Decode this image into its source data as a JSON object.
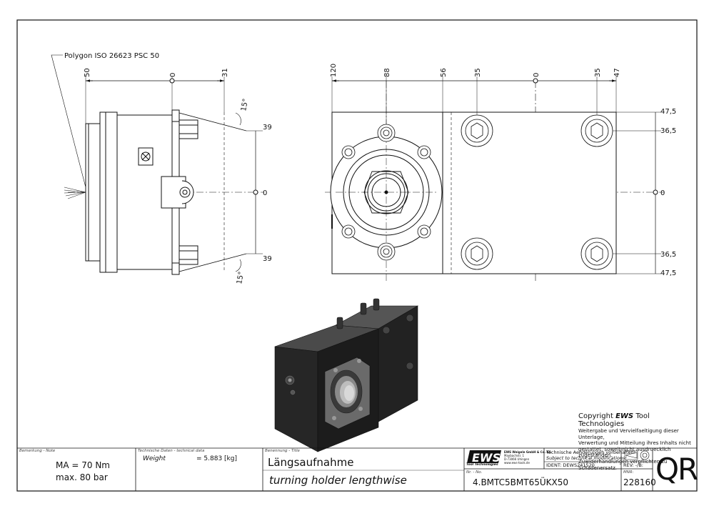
{
  "annotation_top": "Polygon ISO 26623 PSC 50",
  "left_view": {
    "top_dims": [
      "50",
      "0",
      "31"
    ],
    "angle_top": "15°",
    "angle_bottom": "15°",
    "right_dims": [
      "39",
      "0",
      "39"
    ]
  },
  "right_view": {
    "top_dims": [
      "120",
      "88",
      "56",
      "35",
      "0",
      "35",
      "47"
    ],
    "right_dims": [
      "47,5",
      "36,5",
      "0",
      "36,5",
      "47,5"
    ]
  },
  "copyright": {
    "prefix": "Copyright",
    "brand": "EWS",
    "brand_rest": "Tool Technologies",
    "lines": [
      "Weitergabe und Vervielfaeltigung dieser Unterlage,",
      "Verwertung und Mitteilung ihres Inhalts nicht",
      "gestattet, soweit nicht ausdruecklich zugestanden.",
      "Zuwiderhandlungen verpflichten zu Schadenersatz."
    ]
  },
  "title_block": {
    "note_caption": "Bemerkung - Note",
    "note_lines": [
      "MA = 70 Nm",
      "max. 80 bar"
    ],
    "tech_caption": "Technische Daten - technical data",
    "weight_label": "Weight",
    "weight_value": "= 5.883 [kg]",
    "title_caption": "Benennung - Title",
    "title_de": "Längsaufnahme",
    "title_en": "turning holder lengthwise",
    "logo_text": "EWS",
    "logo_sub": "Tool Technologies",
    "company_lines": [
      "EWS Weigele GmbH & Co. KG",
      "Maybachstr. 1",
      "D-73066 Uhingen",
      "www.ews-tools.de"
    ],
    "changes_de": "Technische Aenderungen vorbehalten!",
    "changes_en": "Subject to technical modifications!",
    "ident": "IDENT: DEWS241520",
    "rev": "REV: -/B:",
    "nr_caption": "Nr. - No.",
    "part_number": "4.BMTC5BMT65ÜKX50",
    "mnr_caption": "MNR:",
    "mnr": "228160",
    "qr": "QR"
  }
}
